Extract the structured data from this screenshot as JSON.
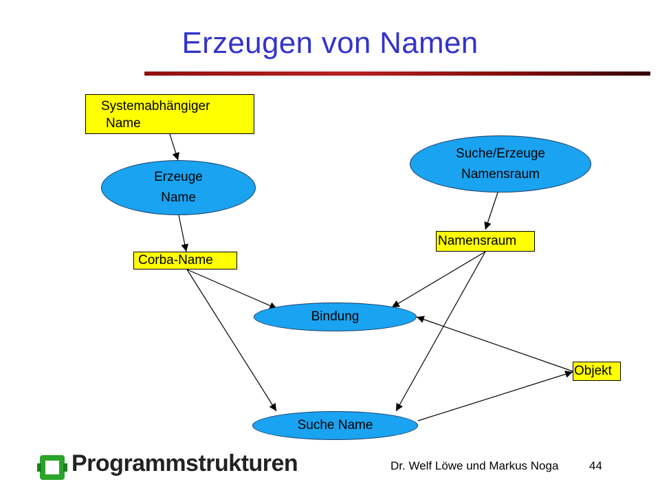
{
  "slide": {
    "title": "Erzeugen von Namen",
    "footer": "Dr. Welf Löwe und Markus Noga",
    "page_number": "44"
  },
  "logo": {
    "text": "Programmstrukturen"
  },
  "diagram": {
    "nodes": {
      "systemabhaengiger_name": {
        "line1": "Systemabhängiger",
        "line2": "Name"
      },
      "erzeuge_name": {
        "line1": "Erzeuge",
        "line2": "Name"
      },
      "suche_erzeuge_namensraum": {
        "line1": "Suche/Erzeuge",
        "line2": "Namensraum"
      },
      "corba_name": "Corba-Name",
      "namensraum": "Namensraum",
      "bindung": "Bindung",
      "objekt": "Objekt",
      "suche_name": "Suche Name"
    },
    "edges": [
      [
        "Systemabhängiger Name",
        "Erzeuge Name"
      ],
      [
        "Erzeuge Name",
        "Corba-Name"
      ],
      [
        "Suche/Erzeuge Namensraum",
        "Namensraum"
      ],
      [
        "Corba-Name",
        "Bindung"
      ],
      [
        "Corba-Name",
        "Suche Name"
      ],
      [
        "Namensraum",
        "Bindung"
      ],
      [
        "Namensraum",
        "Suche Name"
      ],
      [
        "Objekt",
        "Bindung"
      ],
      [
        "Suche Name",
        "Objekt"
      ]
    ]
  }
}
